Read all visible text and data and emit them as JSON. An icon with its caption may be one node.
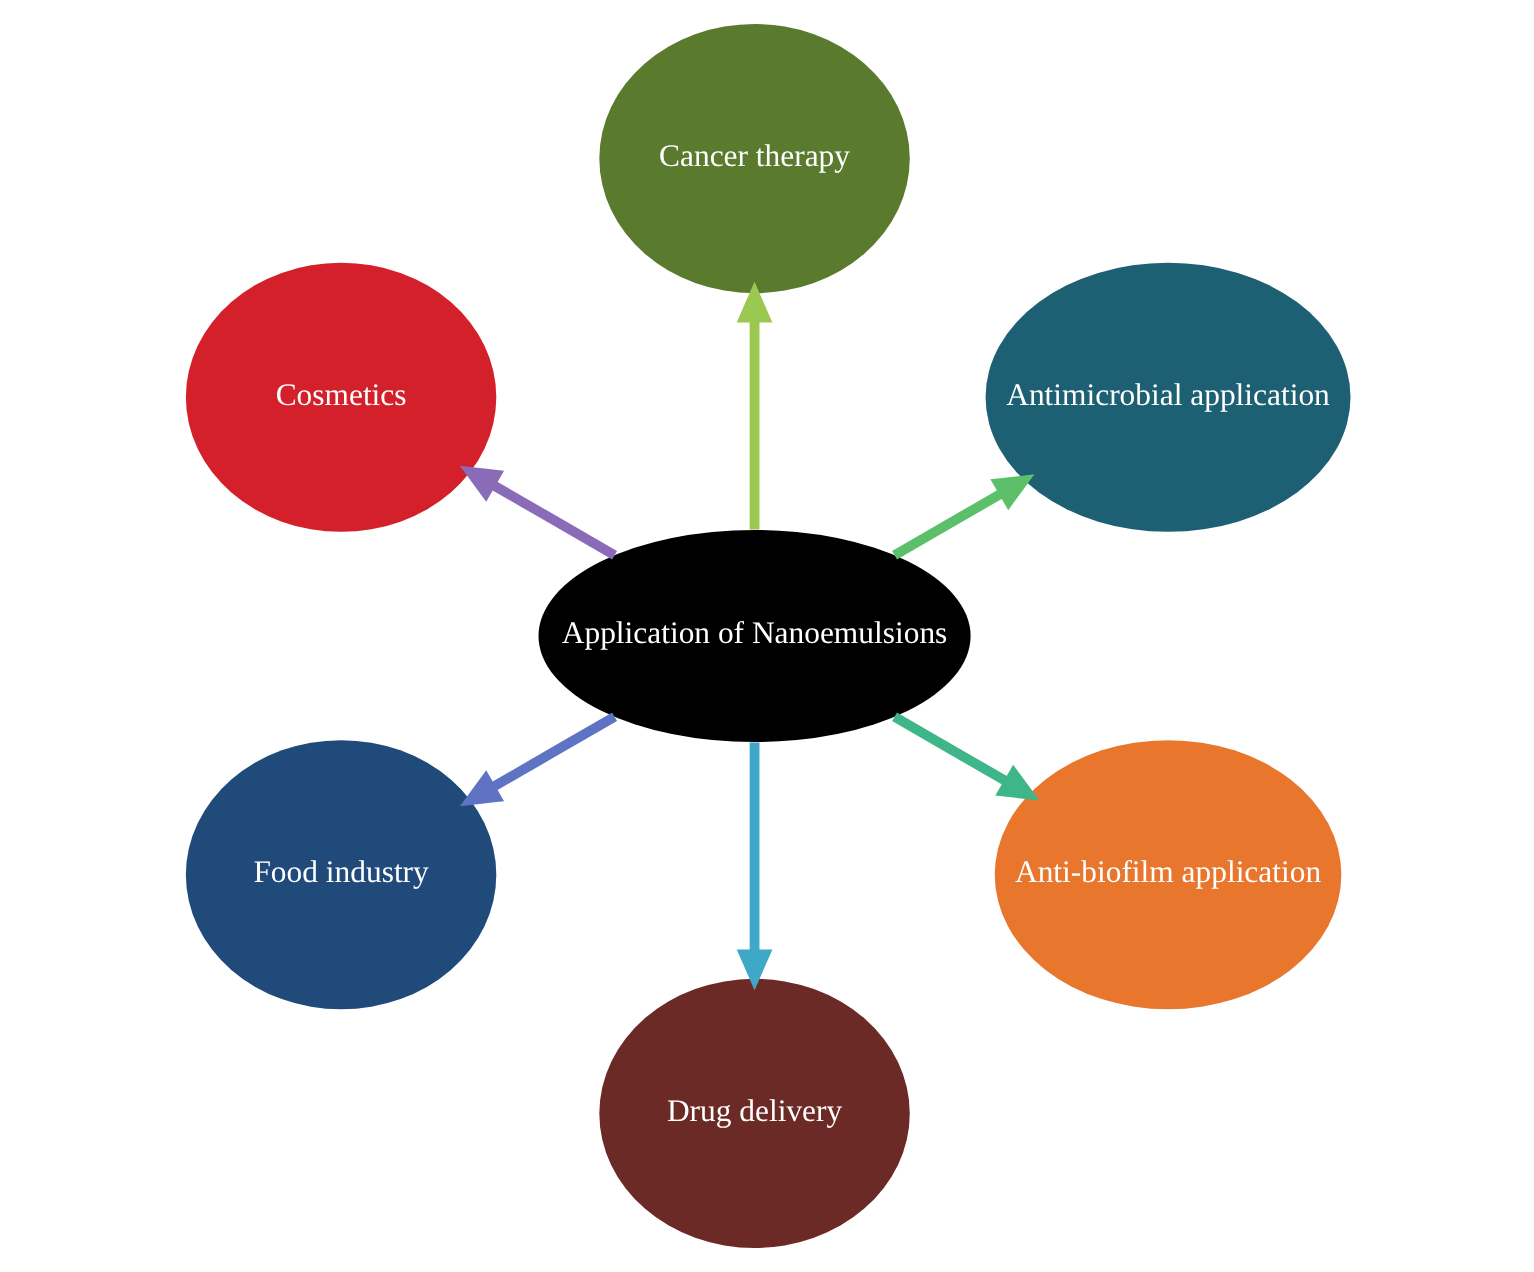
{
  "diagram": {
    "nodes": [
      {
        "text": [
          "Application of Nanoemulsions"
        ]
      },
      {
        "text": [
          "Cancer therapy"
        ]
      },
      {
        "text": [
          "Antimicrobial application"
        ]
      },
      {
        "text": [
          "Anti-biofilm application"
        ]
      },
      {
        "text": [
          "Drug delivery"
        ]
      },
      {
        "text": [
          "Food industry"
        ]
      },
      {
        "text": [
          "Cosmetics"
        ]
      }
    ],
    "edges": [
      {
        "from": 0,
        "to": 1,
        "arrow": "to",
        "color": "#9bc850"
      },
      {
        "from": 0,
        "to": 2,
        "arrow": "to",
        "color": "#5cbf6a"
      },
      {
        "from": 0,
        "to": 3,
        "arrow": "to",
        "color": "#3fb58a"
      },
      {
        "from": 0,
        "to": 4,
        "arrow": "to",
        "color": "#3fa8c8"
      },
      {
        "from": 0,
        "to": 5,
        "arrow": "to",
        "color": "#5f73c4"
      },
      {
        "from": 0,
        "to": 6,
        "arrow": "to",
        "color": "#8a6bb8"
      }
    ]
  }
}
